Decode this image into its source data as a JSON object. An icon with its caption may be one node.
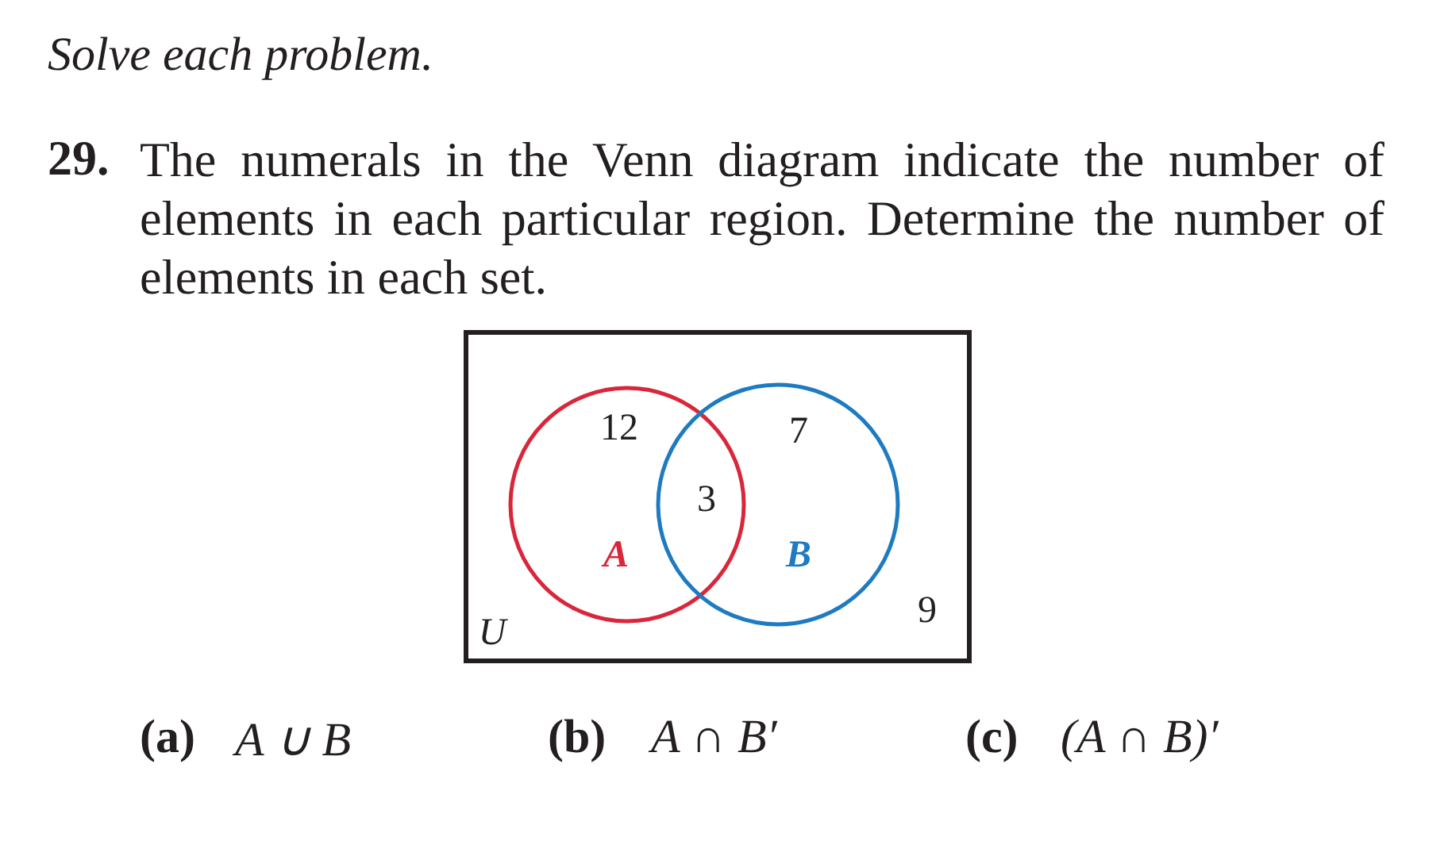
{
  "diagram": {
    "title": "Solve each problem.",
    "nodes": [
      {
        "text": [
          "U",
          "9"
        ]
      },
      {
        "text": [
          "12",
          "A"
        ],
        "in": 0
      },
      {
        "text": [
          "7",
          "B"
        ],
        "in": 0
      }
    ],
    "edges": [],
    "labels": [
      "29.",
      "The numerals in the Venn diagram indicate the number of elements in each particular region. Determine the number of elements in each set.",
      "3",
      "(a)",
      "A ∪ B",
      "(b)",
      "A ∩ B′",
      "(c)",
      "(A ∩ B)′"
    ]
  }
}
